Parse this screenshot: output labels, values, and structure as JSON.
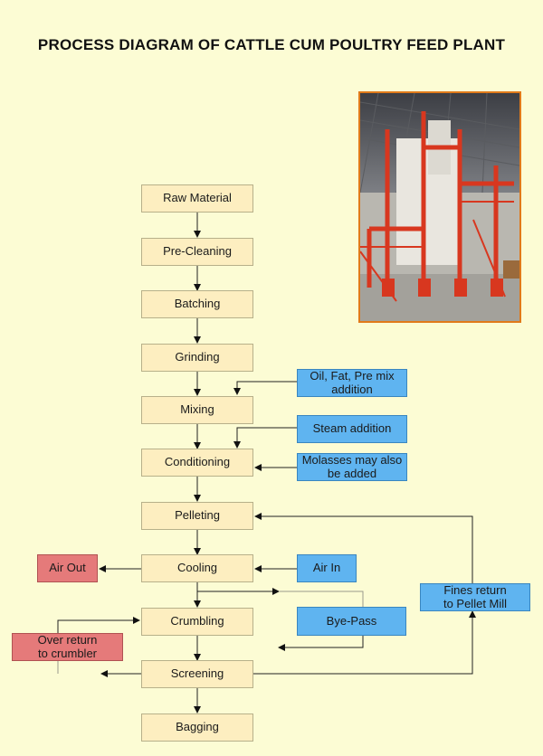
{
  "title": "PROCESS DIAGRAM OF CATTLE CUM POULTRY FEED PLANT",
  "steps": {
    "raw_material": "Raw Material",
    "pre_cleaning": "Pre-Cleaning",
    "batching": "Batching",
    "grinding": "Grinding",
    "mixing": "Mixing",
    "conditioning": "Conditioning",
    "pelleting": "Pelleting",
    "cooling": "Cooling",
    "crumbling": "Crumbling",
    "screening": "Screening",
    "bagging": "Bagging"
  },
  "inputs": {
    "oil_fat_premix_line1": "Oil, Fat, Pre mix",
    "oil_fat_premix_line2": "addition",
    "steam": "Steam addition",
    "molasses_line1": "Molasses may also",
    "molasses_line2": "be added",
    "air_in": "Air In",
    "bye_pass": "Bye-Pass",
    "fines_return_line1": "Fines return",
    "fines_return_line2": "to Pellet Mill"
  },
  "outputs": {
    "air_out": "Air Out",
    "over_return_line1": "Over return",
    "over_return_line2": "to crumbler"
  },
  "colors": {
    "background": "#fcfcd4",
    "step_fill": "#fdeec0",
    "input_fill": "#5fb4f0",
    "output_fill": "#e57a7a",
    "photo_border": "#e07a1a"
  }
}
